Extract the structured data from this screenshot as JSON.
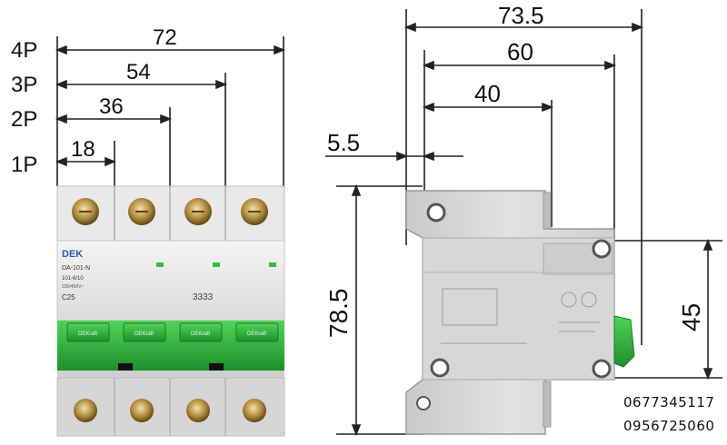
{
  "front_view": {
    "pole_labels": [
      "4P",
      "3P",
      "2P",
      "1P"
    ],
    "widths": [
      "72",
      "54",
      "36",
      "18"
    ],
    "brand_logo": "DEK",
    "model_text": "DA-101-N",
    "spec_line_1": "101-6/10",
    "spec_line_2": "230/400V~",
    "rating": "C25",
    "code": "3333",
    "handle_label": "DEKraft"
  },
  "side_view": {
    "dims_top": [
      "73.5",
      "60",
      "40",
      "5.5"
    ],
    "height_total": "78.5",
    "height_rail": "45"
  },
  "contacts": {
    "phone_1": "0677345117",
    "phone_2": "0956725060"
  },
  "colors": {
    "handle_green": "#2fbf3a",
    "handle_dark": "#1e8f2a",
    "body_gray": "#d9d9d9",
    "body_light": "#ececec",
    "screw_brass": "#b08a3c"
  }
}
